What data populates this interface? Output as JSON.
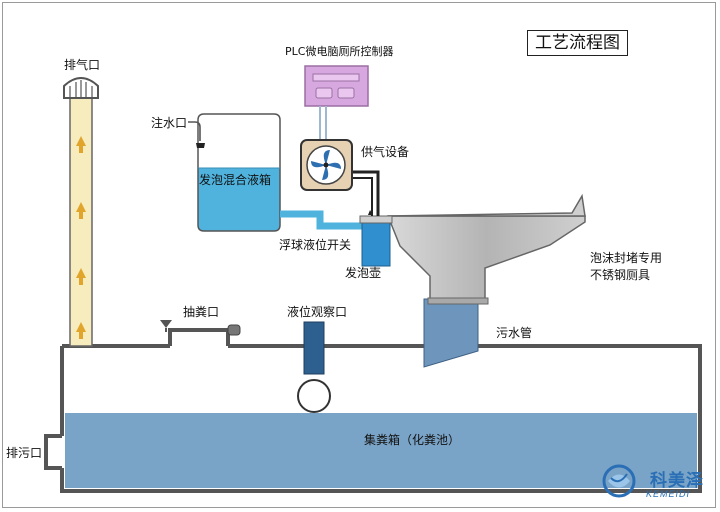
{
  "title": "工艺流程图",
  "labels": {
    "exhaust_port": "排气口",
    "plc_controller": "PLC微电脑厕所控制器",
    "water_inlet": "注水口",
    "foam_tank": "发泡混合液箱",
    "air_supply": "供气设备",
    "float_switch": "浮球液位开关",
    "foam_pot": "发泡壶",
    "toilet_line1": "泡沫封堵专用",
    "toilet_line2": "不锈钢厕具",
    "suction_port": "抽粪口",
    "level_window": "液位观察口",
    "sewage_pipe": "污水管",
    "collection_tank": "集粪箱（化粪池）",
    "drain_port": "排污口"
  },
  "logo": {
    "name": "科美泽",
    "sub": "KEMEIDI"
  },
  "colors": {
    "water": "#7aa4c7",
    "foam_liquid": "#4fb3de",
    "exhaust_pipe": "#f6ecbe",
    "arrow": "#e2a52c",
    "controller": "#d7a8e0",
    "fan_housing": "#e6d2b3",
    "fan_blade": "#2e6fb2",
    "toilet": "#c0c0c0",
    "sewage_pipe": "#6e96bd",
    "brand": "#2a6fb5"
  }
}
